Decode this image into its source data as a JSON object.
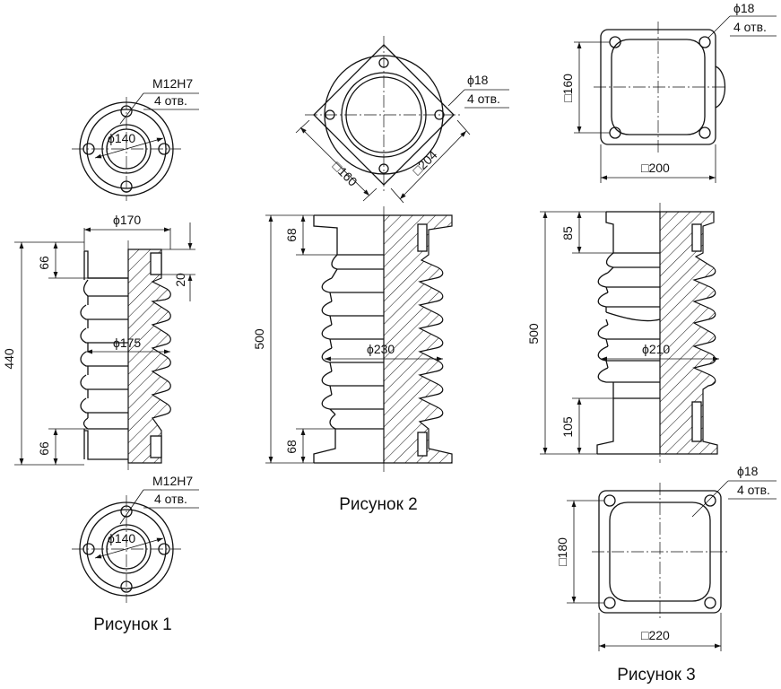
{
  "figure1": {
    "caption": "Рисунок 1",
    "top_flange": {
      "thread": "M12H7",
      "holes": "4 отв.",
      "bolt_circle": "ϕ140"
    },
    "bottom_flange": {
      "thread": "M12H7",
      "holes": "4 отв.",
      "bolt_circle": "ϕ140"
    },
    "flange_diameter": "ϕ170",
    "shed_diameter": "ϕ175",
    "height": "440",
    "flange_height_top": "66",
    "flange_height_bottom": "66",
    "flange_thickness": "20"
  },
  "figure2": {
    "caption": "Рисунок 2",
    "hole": "ϕ18",
    "holes": "4 отв.",
    "square_bolt": "□160",
    "square_flange": "□204",
    "shed_diameter": "ϕ230",
    "height": "500",
    "flange_height_top": "68",
    "flange_height_bottom": "68"
  },
  "figure3": {
    "caption": "Рисунок 3",
    "top_flange": {
      "hole": "ϕ18",
      "holes": "4 отв.",
      "square_bolt": "□160",
      "square_flange": "□200"
    },
    "bottom_flange": {
      "hole": "ϕ18",
      "holes": "4 отв.",
      "square_bolt": "□180",
      "square_flange": "□220"
    },
    "shed_diameter": "ϕ210",
    "height": "500",
    "flange_height_top": "85",
    "flange_height_bottom": "105"
  }
}
